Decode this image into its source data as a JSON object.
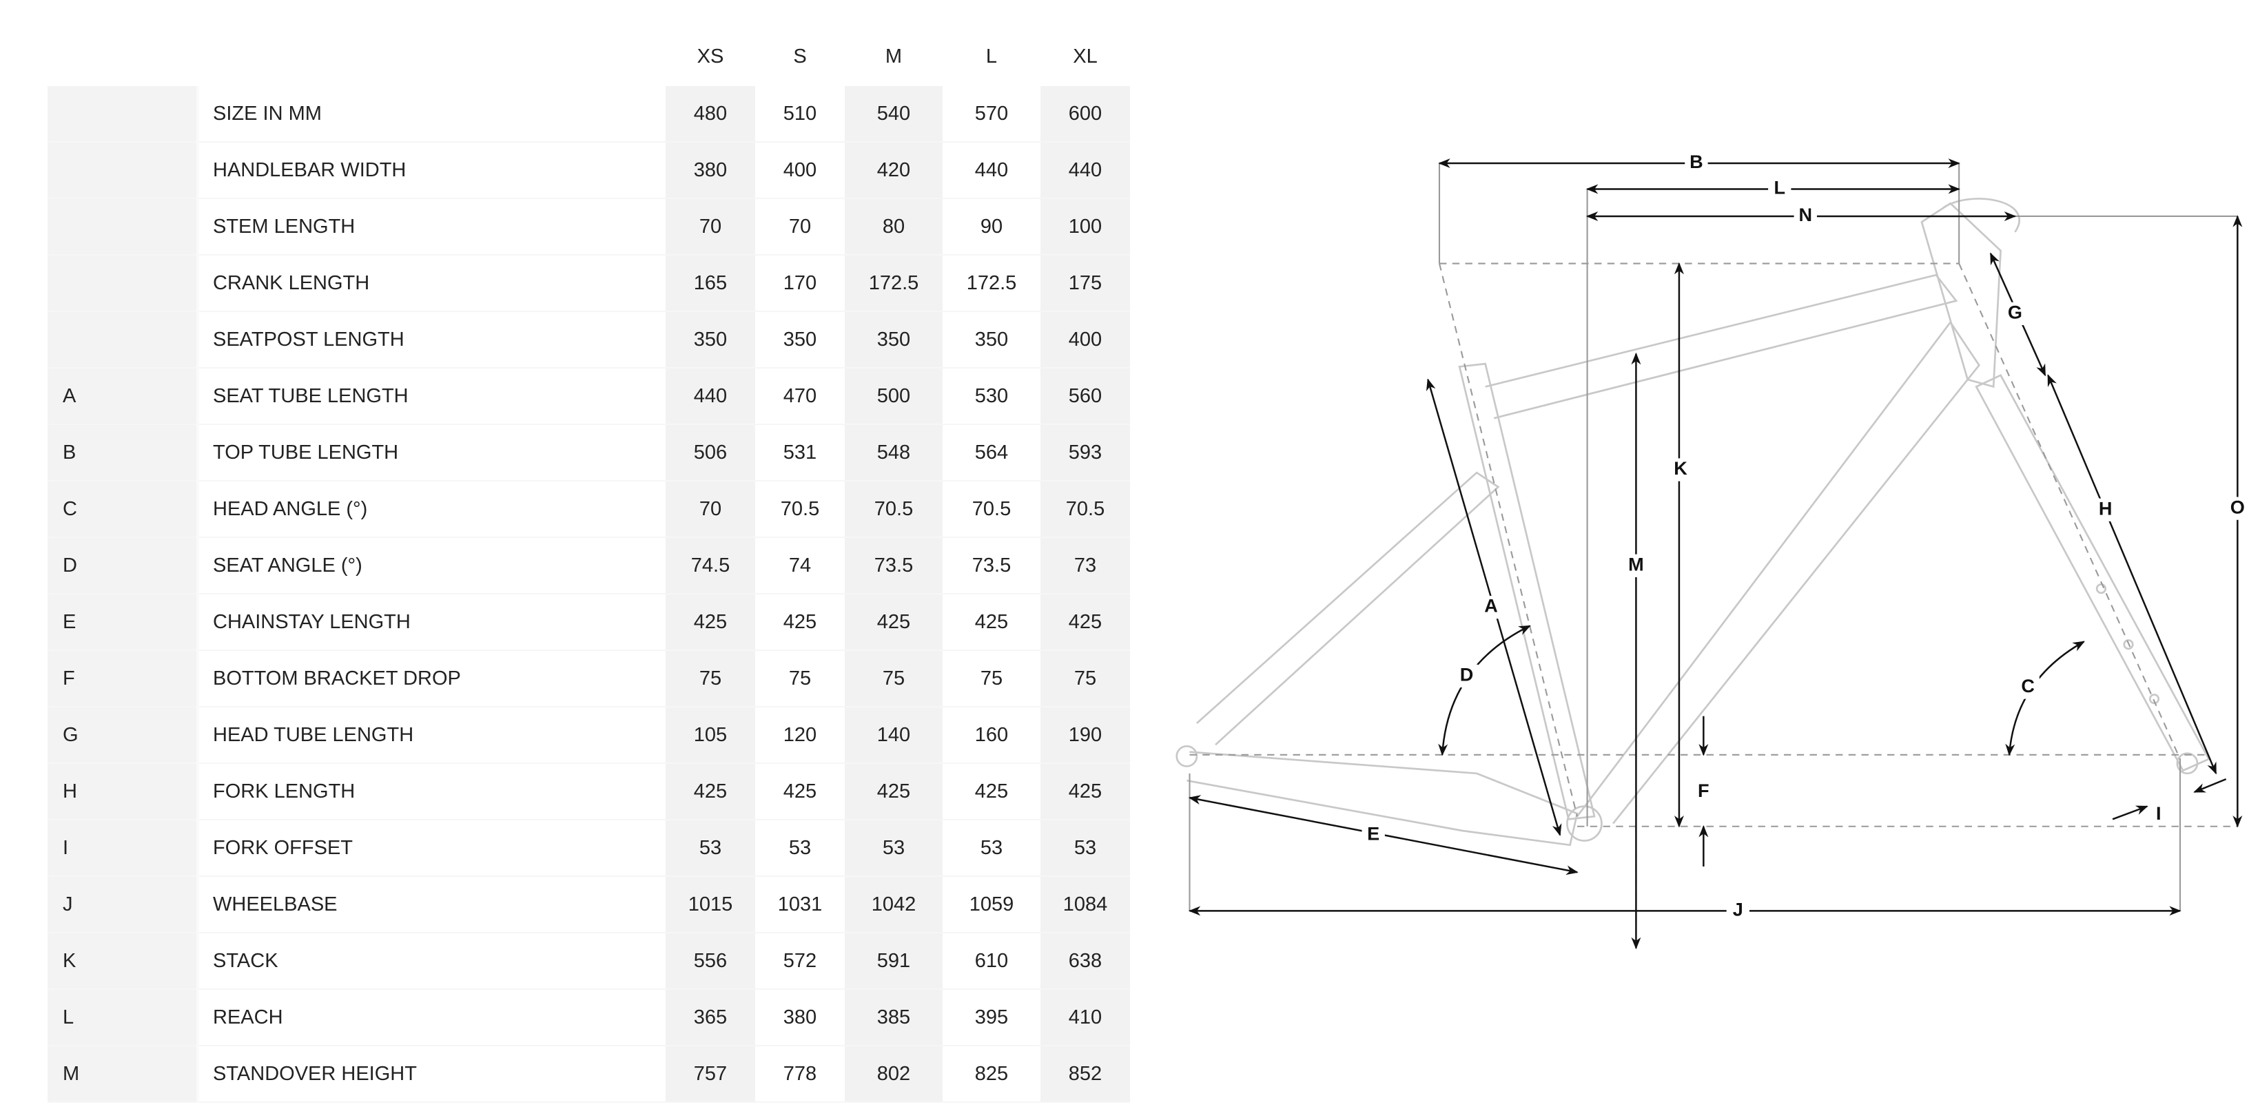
{
  "table": {
    "sizes": [
      "XS",
      "S",
      "M",
      "L",
      "XL"
    ],
    "rows": [
      {
        "letter": "",
        "label": "SIZE IN MM",
        "values": [
          "480",
          "510",
          "540",
          "570",
          "600"
        ]
      },
      {
        "letter": "",
        "label": "HANDLEBAR WIDTH",
        "values": [
          "380",
          "400",
          "420",
          "440",
          "440"
        ]
      },
      {
        "letter": "",
        "label": "STEM LENGTH",
        "values": [
          "70",
          "70",
          "80",
          "90",
          "100"
        ]
      },
      {
        "letter": "",
        "label": "CRANK LENGTH",
        "values": [
          "165",
          "170",
          "172.5",
          "172.5",
          "175"
        ]
      },
      {
        "letter": "",
        "label": "SEATPOST LENGTH",
        "values": [
          "350",
          "350",
          "350",
          "350",
          "400"
        ]
      },
      {
        "letter": "A",
        "label": "SEAT TUBE LENGTH",
        "values": [
          "440",
          "470",
          "500",
          "530",
          "560"
        ]
      },
      {
        "letter": "B",
        "label": "TOP TUBE LENGTH",
        "values": [
          "506",
          "531",
          "548",
          "564",
          "593"
        ]
      },
      {
        "letter": "C",
        "label": "HEAD ANGLE (°)",
        "values": [
          "70",
          "70.5",
          "70.5",
          "70.5",
          "70.5"
        ]
      },
      {
        "letter": "D",
        "label": "SEAT ANGLE (°)",
        "values": [
          "74.5",
          "74",
          "73.5",
          "73.5",
          "73"
        ]
      },
      {
        "letter": "E",
        "label": "CHAINSTAY LENGTH",
        "values": [
          "425",
          "425",
          "425",
          "425",
          "425"
        ]
      },
      {
        "letter": "F",
        "label": "BOTTOM BRACKET DROP",
        "values": [
          "75",
          "75",
          "75",
          "75",
          "75"
        ]
      },
      {
        "letter": "G",
        "label": "HEAD TUBE LENGTH",
        "values": [
          "105",
          "120",
          "140",
          "160",
          "190"
        ]
      },
      {
        "letter": "H",
        "label": "FORK LENGTH",
        "values": [
          "425",
          "425",
          "425",
          "425",
          "425"
        ]
      },
      {
        "letter": "I",
        "label": "FORK OFFSET",
        "values": [
          "53",
          "53",
          "53",
          "53",
          "53"
        ]
      },
      {
        "letter": "J",
        "label": "WHEELBASE",
        "values": [
          "1015",
          "1031",
          "1042",
          "1059",
          "1084"
        ]
      },
      {
        "letter": "K",
        "label": "STACK",
        "values": [
          "556",
          "572",
          "591",
          "610",
          "638"
        ]
      },
      {
        "letter": "L",
        "label": "REACH",
        "values": [
          "365",
          "380",
          "385",
          "395",
          "410"
        ]
      },
      {
        "letter": "M",
        "label": "STANDOVER HEIGHT",
        "values": [
          "757",
          "778",
          "802",
          "825",
          "852"
        ]
      }
    ]
  },
  "diagram": {
    "labels": {
      "A": "A",
      "B": "B",
      "C": "C",
      "D": "D",
      "E": "E",
      "F": "F",
      "G": "G",
      "H": "H",
      "I": "I",
      "J": "J",
      "K": "K",
      "L": "L",
      "M": "M",
      "N": "N",
      "O": "O"
    }
  }
}
